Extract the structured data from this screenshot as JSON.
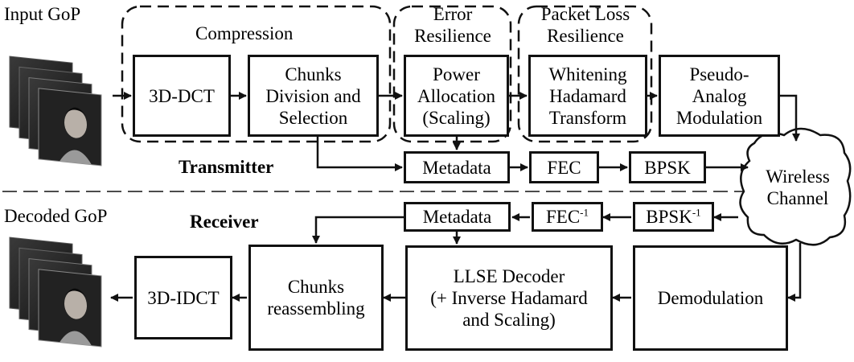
{
  "labels": {
    "input_gop": "Input GoP",
    "decoded_gop": "Decoded GoP",
    "compression": "Compression",
    "error_resilience": [
      "Error",
      "Resilience"
    ],
    "packet_loss_resilience": [
      "Packet Loss",
      "Resilience"
    ],
    "transmitter": "Transmitter",
    "receiver": "Receiver"
  },
  "transmitter_blocks": {
    "dct": [
      "3D-DCT"
    ],
    "chunks": [
      "Chunks",
      "Division and",
      "Selection"
    ],
    "power": [
      "Power",
      "Allocation",
      "(Scaling)"
    ],
    "whitening": [
      "Whitening",
      "Hadamard",
      "Transform"
    ],
    "modulation": [
      "Pseudo-",
      "Analog",
      "Modulation"
    ],
    "metadata": "Metadata",
    "fec": "FEC",
    "bpsk": "BPSK"
  },
  "channel": [
    "Wireless",
    "Channel"
  ],
  "receiver_blocks": {
    "metadata": "Metadata",
    "fec_inv_base": "FEC",
    "fec_inv_sup": "-1",
    "bpsk_inv_base": "BPSK",
    "bpsk_inv_sup": "-1",
    "idct": "3D-IDCT",
    "reassembling": [
      "Chunks",
      "reassembling"
    ],
    "llse": [
      "LLSE Decoder",
      "(+ Inverse Hadamard",
      "and Scaling)"
    ],
    "demodulation": "Demodulation"
  }
}
